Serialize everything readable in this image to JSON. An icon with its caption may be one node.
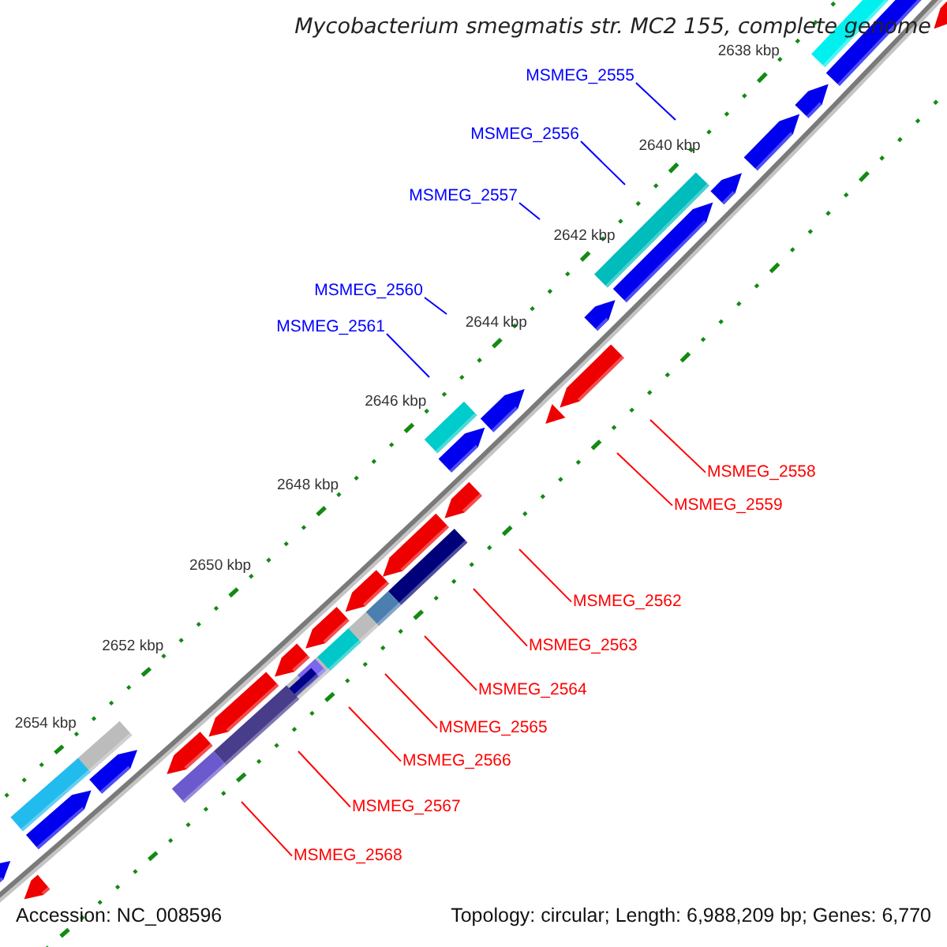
{
  "diagram": {
    "title": "Mycobacterium smegmatis str. MC2 155, complete genome",
    "nodes": [
      {
        "text": [
          "MSMEG_2555"
        ]
      },
      {
        "text": [
          "MSMEG_2556"
        ]
      },
      {
        "text": [
          "MSMEG_2557"
        ]
      },
      {
        "text": [
          "MSMEG_2560"
        ]
      },
      {
        "text": [
          "MSMEG_2561"
        ]
      },
      {
        "text": [
          "MSMEG_2558"
        ]
      },
      {
        "text": [
          "MSMEG_2559"
        ]
      },
      {
        "text": [
          "MSMEG_2562"
        ]
      },
      {
        "text": [
          "MSMEG_2563"
        ]
      },
      {
        "text": [
          "MSMEG_2564"
        ]
      },
      {
        "text": [
          "MSMEG_2565"
        ]
      },
      {
        "text": [
          "MSMEG_2566"
        ]
      },
      {
        "text": [
          "MSMEG_2567"
        ]
      },
      {
        "text": [
          "MSMEG_2568"
        ]
      }
    ],
    "edges": [
      {
        "from": 0,
        "to": null,
        "arrow": "none",
        "color": "#0000ff"
      },
      {
        "from": 1,
        "to": null,
        "arrow": "none",
        "color": "#0000ff"
      },
      {
        "from": 2,
        "to": null,
        "arrow": "none",
        "color": "#0000ff"
      },
      {
        "from": 3,
        "to": null,
        "arrow": "none",
        "color": "#0000ff"
      },
      {
        "from": 4,
        "to": null,
        "arrow": "none",
        "color": "#0000ff"
      },
      {
        "from": 5,
        "to": null,
        "arrow": "none"
      },
      {
        "from": 6,
        "to": null,
        "arrow": "none"
      },
      {
        "from": 7,
        "to": null,
        "arrow": "none"
      },
      {
        "from": 8,
        "to": null,
        "arrow": "none"
      },
      {
        "from": 9,
        "to": null,
        "arrow": "none"
      },
      {
        "from": 10,
        "to": null,
        "arrow": "none"
      },
      {
        "from": 11,
        "to": null,
        "arrow": "none"
      },
      {
        "from": 12,
        "to": null,
        "arrow": "none"
      },
      {
        "from": 13,
        "to": null,
        "arrow": "none"
      }
    ],
    "labels": [
      "2638 kbp",
      "2640 kbp",
      "2642 kbp",
      "2644 kbp",
      "2646 kbp",
      "2648 kbp",
      "2650 kbp",
      "2652 kbp",
      "2654 kbp",
      "Accession: NC_008596",
      "Topology: circular; Length: 6,988,209 bp; Genes: 6,770"
    ]
  }
}
